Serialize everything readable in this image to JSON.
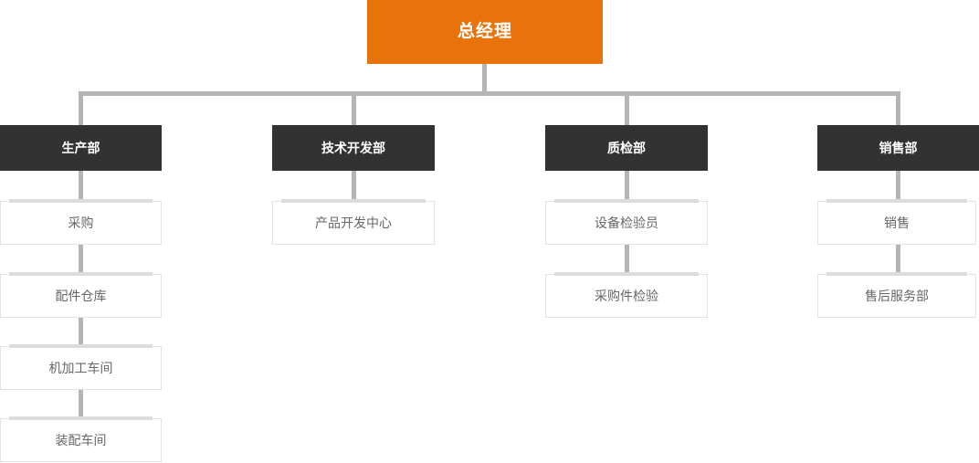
{
  "chart_title": "",
  "root": {
    "label": "总经理"
  },
  "departments": [
    {
      "label": "生产部",
      "children": [
        "采购",
        "配件仓库",
        "机加工车间",
        "装配车间"
      ]
    },
    {
      "label": "技术开发部",
      "children": [
        "产品开发中心"
      ]
    },
    {
      "label": "质检部",
      "children": [
        "设备检验员",
        "采购件检验"
      ]
    },
    {
      "label": "销售部",
      "children": [
        "销售",
        "售后服务部"
      ]
    }
  ],
  "colors": {
    "root_bg": "#e8730a",
    "root_text": "#ffffff",
    "dept_bg": "#323232",
    "dept_text": "#ffffff",
    "connector": "#b5b5b5",
    "node_bg": "#ffffff",
    "node_border": "#e3e3e3",
    "node_accent": "#dcdcdc",
    "node_text": "#666666"
  }
}
